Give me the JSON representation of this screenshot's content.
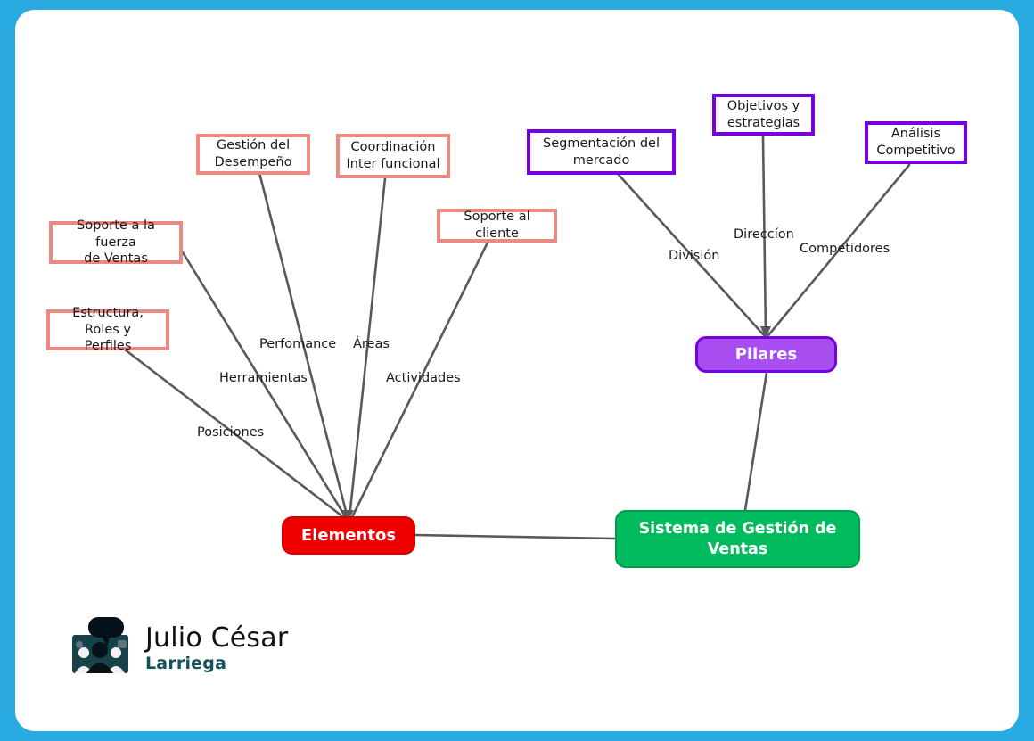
{
  "frame": {
    "border_color": "#29abe2",
    "panel_color": "#ffffff"
  },
  "diagram": {
    "type": "mind-map",
    "title": "Sistema de Gestión de Ventas",
    "colors": {
      "root_green": "#00ba5e",
      "branch_red": "#ee0000",
      "branch_purple": "#a94ef0",
      "leaf_red_border": "#ec8981",
      "leaf_purple_border": "#7500e0",
      "edge": "#595959",
      "label_text": "#1a1a1a"
    },
    "root": {
      "label": "Sistema de Gestión de\nVentas",
      "line1": "Sistema de Gestión de",
      "line2": "Ventas"
    },
    "branches": [
      {
        "id": "elementos",
        "label": "Elementos",
        "color": "#ee0000"
      },
      {
        "id": "pilares",
        "label": "Pilares",
        "color": "#a94ef0"
      }
    ],
    "leaves": [
      {
        "id": "gestion-desempeno",
        "line1": "Gestión del",
        "line2": "Desempeño",
        "branch": "elementos",
        "edge_label": "Perfomance"
      },
      {
        "id": "coordinacion",
        "line1": "Coordinación",
        "line2": "Inter funcional",
        "branch": "elementos",
        "edge_label": "Áreas"
      },
      {
        "id": "soporte-fuerza",
        "line1": "Soporte a la fuerza",
        "line2": "de Ventas",
        "branch": "elementos",
        "edge_label": "Herramientas"
      },
      {
        "id": "estructura-roles",
        "line1": "Estructura, Roles y",
        "line2": "Perfiles",
        "branch": "elementos",
        "edge_label": "Posiciones"
      },
      {
        "id": "soporte-cliente",
        "line1": "Soporte al cliente",
        "line2": "",
        "branch": "elementos",
        "edge_label": "Actividades"
      },
      {
        "id": "segmentacion",
        "line1": "Segmentación del",
        "line2": "mercado",
        "branch": "pilares",
        "edge_label": "División"
      },
      {
        "id": "objetivos",
        "line1": "Objetivos y",
        "line2": "estrategias",
        "branch": "pilares",
        "edge_label": "Direccíon"
      },
      {
        "id": "analisis",
        "line1": "Análisis",
        "line2": "Competitivo",
        "branch": "pilares",
        "edge_label": "Competidores"
      }
    ],
    "edge_labels": {
      "perfomance": "Perfomance",
      "areas": "Áreas",
      "herramientas": "Herramientas",
      "actividades": "Actividades",
      "posiciones": "Posiciones",
      "division": "División",
      "direccion": "Direccíon",
      "competidores": "Competidores"
    }
  },
  "signature": {
    "first_name": "Julio César",
    "last_name": "Larriega",
    "logo_name": "people-chat-logo",
    "name_color": "#111111",
    "last_name_color": "#13535c"
  }
}
